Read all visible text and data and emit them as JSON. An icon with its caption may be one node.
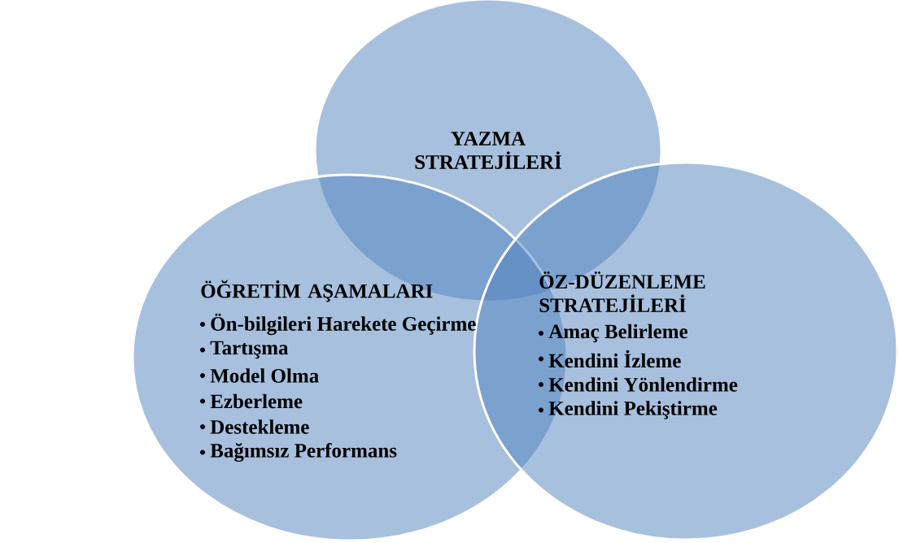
{
  "diagram": {
    "nodes": [
      {
        "text": [
          "YAZMA STRATEJİLERİ"
        ]
      },
      {
        "text": [
          "ÖĞRETİM AŞAMALARI",
          "Ön-bilgileri Harekete Geçirme",
          "Tartışma",
          "Model Olma",
          "Ezberleme",
          "Destekleme",
          "Bağımsız Performans"
        ]
      },
      {
        "text": [
          "ÖZ-DÜZENLEME STRATEJİLERİ",
          "Amaç Belirleme",
          "Kendini İzleme",
          "Kendini Yönlendirme",
          "Kendini Pekiştirme"
        ]
      }
    ]
  }
}
